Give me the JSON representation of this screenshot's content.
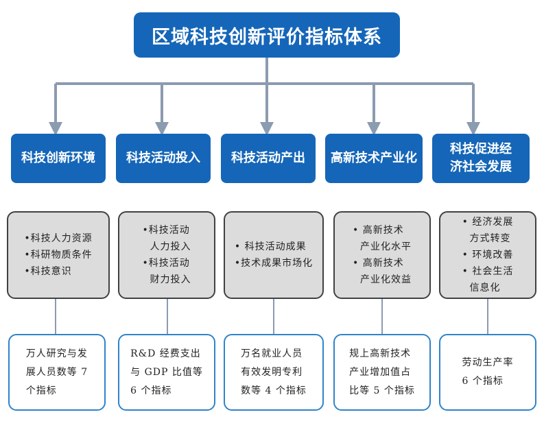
{
  "title": "区域科技创新评价指标体系",
  "columns": [
    {
      "category": [
        "科技创新环境"
      ],
      "sub_items": [
        "•科技人力资源",
        "•科研物质条件",
        "•科技意识"
      ],
      "indicator": [
        "万人研究与发",
        "展人员数等 7",
        "个指标"
      ]
    },
    {
      "category": [
        "科技活动投入"
      ],
      "sub_items": [
        "•科技活动",
        "  人力投入",
        "•科技活动",
        "  财力投入"
      ],
      "indicator": [
        "R&D 经费支出",
        "与 GDP 比值等",
        "6 个指标"
      ]
    },
    {
      "category": [
        "科技活动产出"
      ],
      "sub_items": [
        "• 科技活动成果",
        "•技术成果市场化"
      ],
      "indicator": [
        "万名就业人员",
        "有效发明专利",
        "数等 4 个指标"
      ]
    },
    {
      "category": [
        "高新技术产业化"
      ],
      "sub_items": [
        "• 高新技术",
        "  产业化水平",
        "• 高新技术",
        "  产业化效益"
      ],
      "indicator": [
        "规上高新技术",
        "产业增加值占",
        "比等 5 个指标"
      ]
    },
    {
      "category": [
        "科技促进经",
        "济社会发展"
      ],
      "sub_items": [
        "• 经济发展",
        "  方式转变",
        "• 环境改善",
        "• 社会生活",
        "  信息化"
      ],
      "indicator": [
        "劳动生产率",
        "6 个指标"
      ]
    }
  ],
  "colors": {
    "header": "#1566b8",
    "connector": "#8b9bb0",
    "sub_fill": "#dcdcdc",
    "indicator_border": "#2f83c9"
  }
}
